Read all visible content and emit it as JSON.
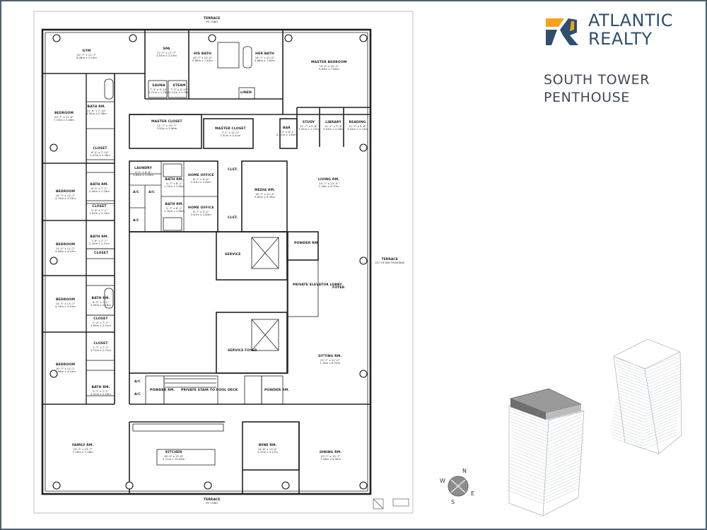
{
  "brand": {
    "name_line1": "ATLANTIC",
    "name_line2": "REALTY",
    "logo_icon": "ar-logo-icon",
    "colors": {
      "accent": "#f5a31a",
      "primary": "#2f4f6f"
    }
  },
  "tower": {
    "line1": "SOUTH TOWER",
    "line2": "PENTHOUSE"
  },
  "compass": {
    "n": "N",
    "e": "E",
    "s": "S",
    "w": "W"
  },
  "terraces": {
    "top": {
      "name": "TERRACE",
      "dim": "95' LONG"
    },
    "bottom": {
      "name": "TERRACE",
      "dim": "95' LONG"
    },
    "right": {
      "name": "TERRACE",
      "dim": "137' OF BAY FRONTAGE"
    }
  },
  "rooms": {
    "gym": {
      "name": "GYM",
      "dim1": "20'-7\" x 11'-7\"",
      "dim2": "6.48m x 3.53m"
    },
    "spa": {
      "name": "SPA",
      "dim1": "11'-7\" x 11'-7\"",
      "dim2": "3.53m x 3.53m"
    },
    "his_bath": {
      "name": "HIS BATH",
      "dim1": "18'-7\" x 25'-0\"",
      "dim2": "5.66m x 7.62m"
    },
    "her_bath": {
      "name": "HER BATH",
      "dim1": "18'-7\" x 25'-0\"",
      "dim2": "5.66m x 7.62m"
    },
    "master_bedroom": {
      "name": "MASTER BEDROOM",
      "dim1": "19'-2\" x 25'-1\"",
      "dim2": "5.84m x 7.65m"
    },
    "sauna": {
      "name": "SAUNA",
      "dim1": "7'-3\" x 5'-10\"",
      "dim2": "2.21m x 1.78m"
    },
    "steam": {
      "name": "STEAM",
      "dim1": "7'-3\" x 5'-10\"",
      "dim2": "2.21m x 1.78m"
    },
    "linen": {
      "name": "LINEN"
    },
    "bedroom1": {
      "name": "BEDROOM",
      "dim1": "23'-7\" x 11'-6\"",
      "dim2": "7.19m x 3.48m"
    },
    "bath1": {
      "name": "BATH RM.",
      "dim1": "11'-6\" x 7'-10\"",
      "dim2": "3.50m x 2.38m"
    },
    "master_closet1": {
      "name": "MASTER CLOSET",
      "dim1": "11'-7\" x 19'-7\"",
      "dim2": "3.50m x 5.96m"
    },
    "master_closet2": {
      "name": "MASTER CLOSET",
      "dim1": "7'-7\" x 11'-2\"",
      "dim2": "2.31m x 3.41m"
    },
    "bar": {
      "name": "BAR",
      "dim1": "7'-7\" x 6'-1\"",
      "dim2": "2.31m x 1.85m"
    },
    "study": {
      "name": "STUDY",
      "dim1": "11'-7\" x 5'-8\"",
      "dim2": "3.53m x 1.72m"
    },
    "library": {
      "name": "LIBRARY",
      "dim1": "11'-7\" x 7'-4\"",
      "dim2": "3.53m x 2.26m"
    },
    "reading": {
      "name": "READING",
      "dim1": "11'-7\" x 5'-8\"",
      "dim2": "3.53m x 1.72m"
    },
    "closet1": {
      "name": "CLOSET",
      "dim1": "6'-4\" x 7'-10\"",
      "dim2": "1.47m x 2.38m"
    },
    "laundry": {
      "name": "LAUNDRY",
      "dim1": "6'-0\" x 6'-8\"",
      "dim2": "1.83m x 2.03m"
    },
    "clst1": {
      "name": "CLST."
    },
    "clst2": {
      "name": "CLST."
    },
    "home_office1": {
      "name": "HOME OFFICE",
      "dim1": "8'-7\" x 9'-4\"",
      "dim2": "2.61m x 2.89m"
    },
    "home_office2": {
      "name": "HOME OFFICE",
      "dim1": "8'-7\" x 9'-4\"",
      "dim2": "2.61m x 2.84m"
    },
    "bath_ho1": {
      "name": "BATH RM.",
      "dim1": "5'-7\" x 6'-1\"",
      "dim2": "1.70m x 1.86m"
    },
    "bath_ho2": {
      "name": "BATH RM.",
      "dim1": "5'-7\" x 6'-1\"",
      "dim2": "1.70m x 1.86m"
    },
    "media": {
      "name": "MEDIA RM.",
      "dim1": "16'-7\" x 11'-4\"",
      "dim2": "5.05m x 3.45m"
    },
    "living": {
      "name": "LIVING RM.",
      "dim1": "23'-7\" x 22'-0\"",
      "dim2": "7.18m x 6.70m"
    },
    "bedroom2": {
      "name": "BEDROOM",
      "dim1": "15'-7\" x 11'-7\"",
      "dim2": "4.75m x 3.53m"
    },
    "bath2": {
      "name": "BATH RM.",
      "dim1": "8'-1\" x 7'-1\"",
      "dim2": "2.46m x 2.16m"
    },
    "closet2": {
      "name": "CLOSET",
      "dim1": "5'-0\" x 7'-1\"",
      "dim2": "1.52m x 2.16m"
    },
    "bedroom3": {
      "name": "BEDROOM",
      "dim1": "14'-0\" x 11'-7\"",
      "dim2": "4.26m x 3.53m"
    },
    "bath3": {
      "name": "BATH RM.",
      "dim1": "7'-6\" x 7'-7\"",
      "dim2": "2.29m x 2.31m"
    },
    "closet3": {
      "name": "CLOSET"
    },
    "ac1": {
      "name": "A/C"
    },
    "ac2": {
      "name": "A/C"
    },
    "ac3": {
      "name": "A/C"
    },
    "ac4": {
      "name": "A/C"
    },
    "ac5": {
      "name": "A/C"
    },
    "powder1": {
      "name": "POWDER RM."
    },
    "service": {
      "name": "SERVICE"
    },
    "private_elevator_lobby": {
      "name": "PRIVATE ELEVATOR LOBBY"
    },
    "foyer": {
      "name": "FOYER"
    },
    "bedroom4": {
      "name": "BEDROOM",
      "dim1": "15'-7\" x 11'-7\"",
      "dim2": "4.74m x 3.53m"
    },
    "bath4": {
      "name": "BATH RM.",
      "dim1": "8'-2\" x 7'-1\"",
      "dim2": "2.49m x 2.16m"
    },
    "closet4": {
      "name": "CLOSET",
      "dim1": "5'-4\" x 7'-7\"",
      "dim2": "1.63m x 2.31m"
    },
    "closet5": {
      "name": "CLOSET",
      "dim1": "7'-7\" x 7'-7\"",
      "dim2": "2.31m x 2.31m"
    },
    "service_foyer": {
      "name": "SERVICE FOYER"
    },
    "bedroom5": {
      "name": "BEDROOM",
      "dim1": "19'-7\" x 11'-7\"",
      "dim2": "5.96m x 3.53m"
    },
    "bath5": {
      "name": "BATH RM.",
      "dim1": "9'-7\" x 7'-1\"",
      "dim2": "2.91m x 2.16m"
    },
    "sitting": {
      "name": "SITTING RM.",
      "dim1": "25'-7\" x 22'-0\"",
      "dim2": "7.78m x 6.70m"
    },
    "powder2": {
      "name": "POWDER RM."
    },
    "private_stair": {
      "name": "PRIVATE STAIR TO POOL DECK"
    },
    "powder3": {
      "name": "POWDER RM."
    },
    "family": {
      "name": "FAMILY RM.",
      "dim1": "23'-7\" x 23'-7\"",
      "dim2": "7.18m x 7.18m"
    },
    "kitchen": {
      "name": "KITCHEN",
      "dim1": "18'-9\" x 33'-8\"",
      "dim2": "5.71m x 10.26m"
    },
    "wine": {
      "name": "WINE RM.",
      "dim1": "14'-8\" x 10'-9\"",
      "dim2": "4.47m x 3.27m"
    },
    "dining": {
      "name": "DINING RM.",
      "dim1": "23'-7\" x 19'-7\"",
      "dim2": "7.18m x 5.96m"
    }
  }
}
